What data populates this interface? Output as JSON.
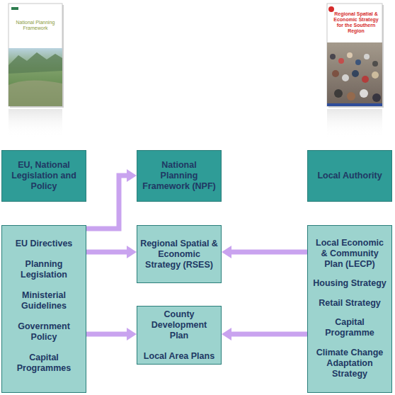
{
  "diagram": {
    "nodes": [
      {
        "text": [
          "EU, National Legislation and Policy"
        ]
      },
      {
        "text": [
          "National Planning Framework (NPF)"
        ]
      },
      {
        "text": [
          "Local Authority"
        ]
      },
      {
        "text": [
          "EU Directives",
          "Planning Legislation",
          "Ministerial Guidelines",
          "Government Policy",
          "Capital Programmes"
        ]
      },
      {
        "text": [
          "Regional Spatial & Economic Strategy (RSES)"
        ]
      },
      {
        "text": [
          "Local Economic & Community Plan (LECP)",
          "Housing Strategy",
          "Retail Strategy",
          "Capital Programme",
          "Climate Change Adaptation Strategy"
        ]
      },
      {
        "text": [
          "County Development Plan",
          "Local Area Plans"
        ]
      }
    ],
    "edges": [
      {
        "from": 3,
        "to": 1,
        "arrow": "to"
      },
      {
        "from": 3,
        "to": 4,
        "arrow": "to"
      },
      {
        "from": 5,
        "to": 4,
        "arrow": "to"
      },
      {
        "from": 3,
        "to": 6,
        "arrow": "to"
      },
      {
        "from": 5,
        "to": 6,
        "arrow": "to"
      }
    ],
    "labels": [
      "National Planning Framework",
      "Regional Spatial & Economic Strategy for the Southern Region"
    ]
  }
}
